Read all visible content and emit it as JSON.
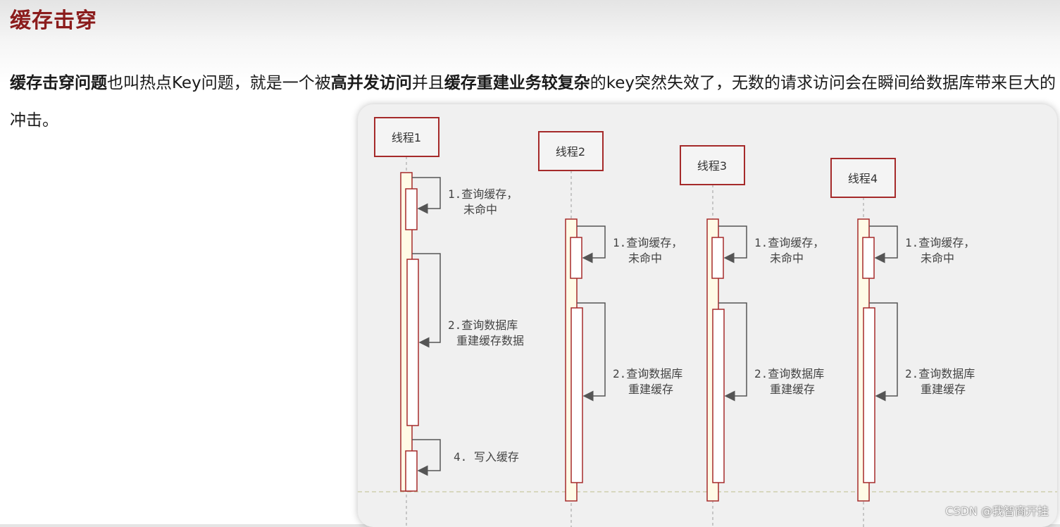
{
  "title": "缓存击穿",
  "intro": {
    "p1": "缓存击穿问题",
    "p2": "也叫热点Key问题，就是一个被",
    "p3": "高并发访问",
    "p4": "并且",
    "p5": "缓存重建业务较复杂",
    "p6": "的key突然失效了，无数的请求访问会在瞬间给数据库带来巨大的冲击。"
  },
  "threads": [
    {
      "label": "线程1",
      "notes": [
        "1.查询缓存，",
        "未命中",
        "2.查询数据库",
        "重建缓存数据",
        "4. 写入缓存"
      ]
    },
    {
      "label": "线程2",
      "notes": [
        "1.查询缓存，",
        "未命中",
        "2.查询数据库",
        "重建缓存"
      ]
    },
    {
      "label": "线程3",
      "notes": [
        "1.查询缓存，",
        "未命中",
        "2.查询数据库",
        "重建缓存"
      ]
    },
    {
      "label": "线程4",
      "notes": [
        "1.查询缓存，",
        "未命中",
        "2.查询数据库",
        "重建缓存"
      ]
    }
  ],
  "watermark": "CSDN @我智商开挂",
  "colors": {
    "accent": "#8b1c1c",
    "box_border": "#a52a2a",
    "bar_fill": "#fffbe6"
  }
}
